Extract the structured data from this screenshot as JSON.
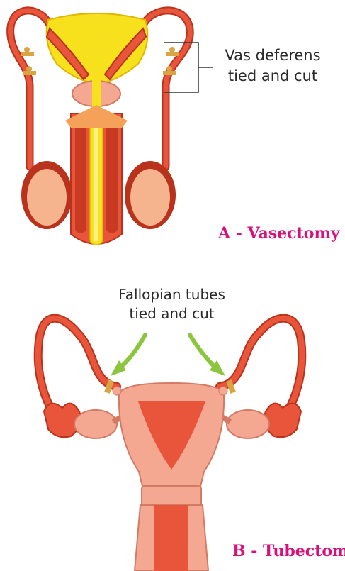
{
  "diagram": {
    "panel_a": {
      "annotation_line1": "Vas deferens",
      "annotation_line2": "tied and cut",
      "caption": "A - Vasectomy"
    },
    "panel_b": {
      "annotation_line1": "Fallopian tubes",
      "annotation_line2": "tied and cut",
      "caption": "B - Tubectom"
    },
    "colors": {
      "tissue_red": "#e8553a",
      "tissue_outline": "#b8321c",
      "bladder_yellow": "#f7e11c",
      "testis_peach": "#f5b48e",
      "uterus_pink": "#f4a791",
      "arrow_green": "#8cc63f",
      "clip_tan": "#d9a441",
      "caption_magenta": "#d8117a"
    }
  }
}
